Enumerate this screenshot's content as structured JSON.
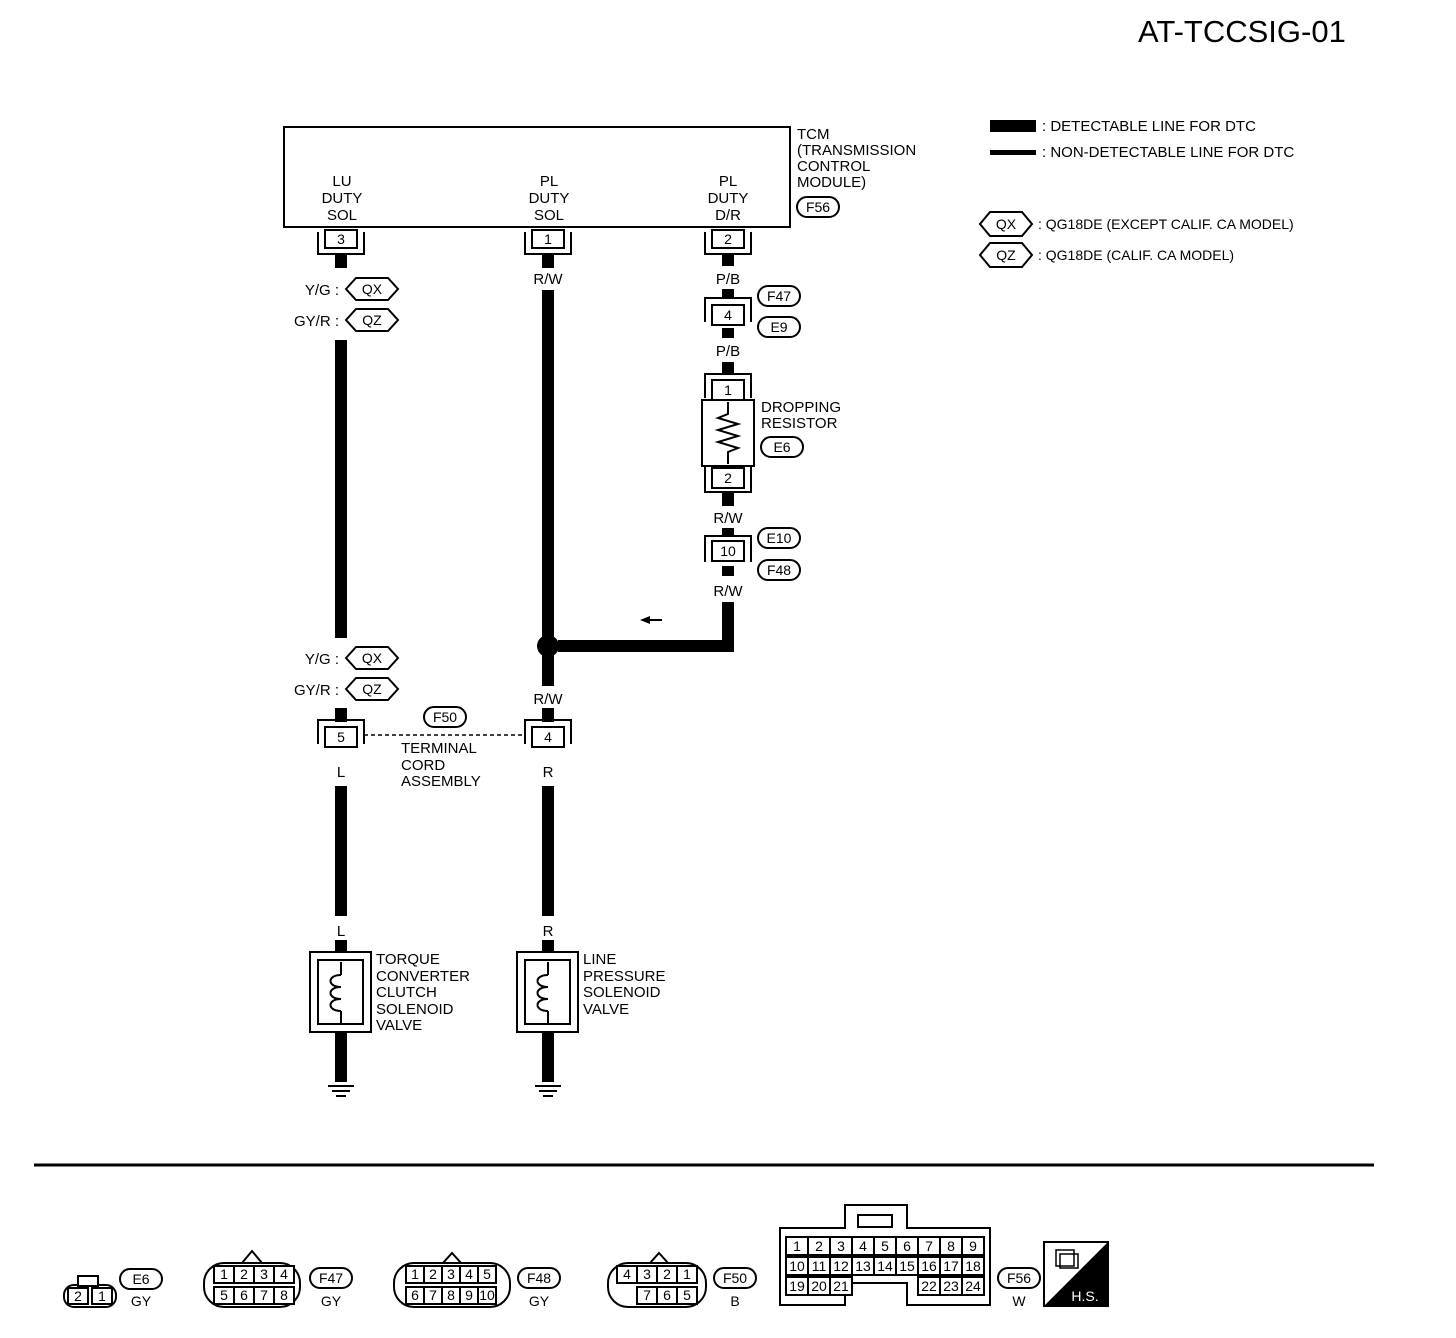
{
  "title": "AT-TCCSIG-01",
  "legend": {
    "detectable": ": DETECTABLE LINE FOR DTC",
    "non_detectable": ": NON-DETECTABLE LINE FOR DTC",
    "qx_tag": "QX",
    "qx_text": ": QG18DE (EXCEPT CALIF. CA MODEL)",
    "qz_tag": "QZ",
    "qz_text": ": QG18DE (CALIF. CA MODEL)"
  },
  "tcm": {
    "line1": "TCM",
    "line2": "(TRANSMISSION",
    "line3": "CONTROL",
    "line4": "MODULE)",
    "connector": "F56",
    "term_lu": [
      "LU",
      "DUTY",
      "SOL"
    ],
    "term_pl_sol": [
      "PL",
      "DUTY",
      "SOL"
    ],
    "term_pl_dr": [
      "PL",
      "DUTY",
      "D/R"
    ],
    "pin_lu": "3",
    "pin_pl_sol": "1",
    "pin_pl_dr": "2"
  },
  "wires": {
    "yg": "Y/G :",
    "gyr": "GY/R :",
    "rw": "R/W",
    "pb": "P/B",
    "l": "L",
    "r": "R"
  },
  "connectors": {
    "f47": "F47",
    "e9": "E9",
    "f47_pin": "4",
    "e6": "E6",
    "e10": "E10",
    "f48": "F48",
    "e10_pin": "10",
    "f50": "F50",
    "f50_pin_left": "5",
    "f50_pin_right": "4",
    "res_pin1": "1",
    "res_pin2": "2"
  },
  "components": {
    "resistor": [
      "DROPPING",
      "RESISTOR"
    ],
    "terminal_cord": [
      "TERMINAL",
      "CORD",
      "ASSEMBLY"
    ],
    "tcc_valve": [
      "TORQUE",
      "CONVERTER",
      "CLUTCH",
      "SOLENOID",
      "VALVE"
    ],
    "lp_valve": [
      "LINE",
      "PRESSURE",
      "SOLENOID",
      "VALVE"
    ]
  },
  "connector_views": {
    "e6": {
      "id": "E6",
      "color": "GY",
      "pins": [
        "2",
        "1"
      ]
    },
    "f47": {
      "id": "F47",
      "color": "GY",
      "top": [
        "1",
        "2",
        "3",
        "4"
      ],
      "bottom": [
        "5",
        "6",
        "7",
        "8"
      ]
    },
    "f48": {
      "id": "F48",
      "color": "GY",
      "top": [
        "1",
        "2",
        "3",
        "4",
        "5"
      ],
      "bottom": [
        "6",
        "7",
        "8",
        "9",
        "10"
      ]
    },
    "f50": {
      "id": "F50",
      "color": "B",
      "top": [
        "4",
        "3",
        "2",
        "1"
      ],
      "bottom": [
        "7",
        "6",
        "5"
      ]
    },
    "f56": {
      "id": "F56",
      "color": "W",
      "row1": [
        "1",
        "2",
        "3",
        "4",
        "5",
        "6",
        "7",
        "8",
        "9"
      ],
      "row2": [
        "10",
        "11",
        "12",
        "13",
        "14",
        "15",
        "16",
        "17",
        "18"
      ],
      "row3": [
        "19",
        "20",
        "21"
      ],
      "row3b": [
        "22",
        "23",
        "24"
      ]
    },
    "hs": "H.S."
  }
}
